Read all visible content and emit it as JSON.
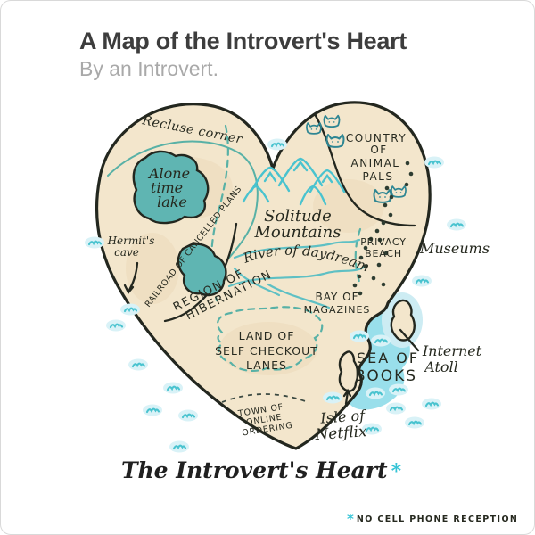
{
  "header": {
    "title": "A Map of the Introvert's Heart",
    "subtitle": "By an Introvert."
  },
  "map": {
    "labels": {
      "recluse_corner": "Recluse corner",
      "alone_time_lake": [
        "Alone",
        "time",
        "lake"
      ],
      "hermits_cave": [
        "Hermit's",
        "cave"
      ],
      "railroad_of_cancelled_plans": "RAILROAD OF CANCELLED PLANS",
      "solitude_mountains": [
        "Solitude",
        "Mountains"
      ],
      "river_of_daydreams": "River of daydreams",
      "country_of_animal_pals": [
        "COUNTRY",
        "OF",
        "ANIMAL",
        "PALS"
      ],
      "privacy_beach": [
        "PRIVACY",
        "BEACH"
      ],
      "museums": "Museums",
      "bay_of_magazines": [
        "BAY OF",
        "MAGAZINES"
      ],
      "region_of_hibernation": [
        "REGION OF",
        "HIBERNATION"
      ],
      "land_of_self_checkout_lanes": [
        "LAND OF",
        "SELF CHECKOUT",
        "LANES"
      ],
      "town_of_online_ordering": [
        "TOWN OF",
        "ONLINE",
        "ORDERING"
      ],
      "sea_of_books": [
        "SEA OF",
        "BOOKS"
      ],
      "isle_of_netflix": [
        "Isle of",
        "Netflix"
      ],
      "internet_atoll": [
        "Internet",
        "Atoll"
      ]
    },
    "icons": {
      "cat": "cat-face-icon",
      "wave": "water-wave-icon",
      "mountain": "mountain-peak-icon",
      "dots": "footpath-dots-icon",
      "arrow": "pointer-arrow-icon"
    },
    "colors": {
      "land": "#f3e6cc",
      "outline": "#23271f",
      "ink": "#23271f",
      "lake": "#5fb5b2",
      "sea": "#8edbe9",
      "wave": "#49c3cf",
      "boundary": "#58b1a6",
      "cat": "#2e8693",
      "dot": "#2e3d31",
      "accent": "#35c4d6",
      "title": "#3d3d3d",
      "subtitle": "#a9a9a9"
    }
  },
  "footer": {
    "caption": "The Introvert's Heart",
    "caption_asterisk": "*",
    "footnote_asterisk": "*",
    "footnote": "NO CELL PHONE RECEPTION"
  }
}
